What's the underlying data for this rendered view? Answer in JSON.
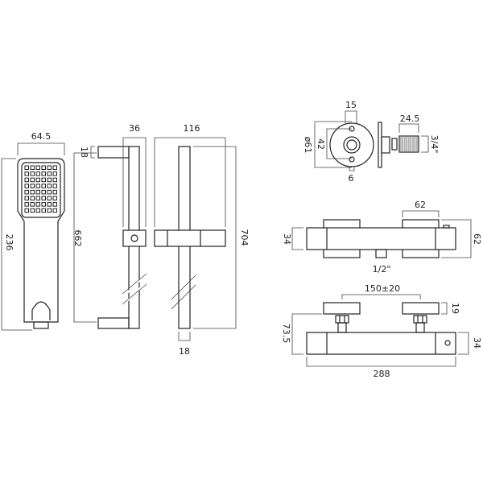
{
  "drawing": {
    "handset": {
      "width": "64.5",
      "length": "236"
    },
    "rail_side": {
      "depth": "36",
      "bracket": "18",
      "centres": "662"
    },
    "rail_front": {
      "width": "116",
      "height": "704",
      "rail_width": "18"
    },
    "wall_outlet": {
      "top": "15",
      "diameter": "ø61",
      "spacing": "42",
      "bottom": "6",
      "length": "24.5",
      "thread": "3/4\""
    },
    "valve_top": {
      "handle": "62",
      "body_depth": "34",
      "overall_depth": "62",
      "outlet": "1/2\""
    },
    "valve_front": {
      "centres": "150±20",
      "handle_height": "19",
      "height": "73.5",
      "body_height": "34",
      "length": "288"
    }
  }
}
